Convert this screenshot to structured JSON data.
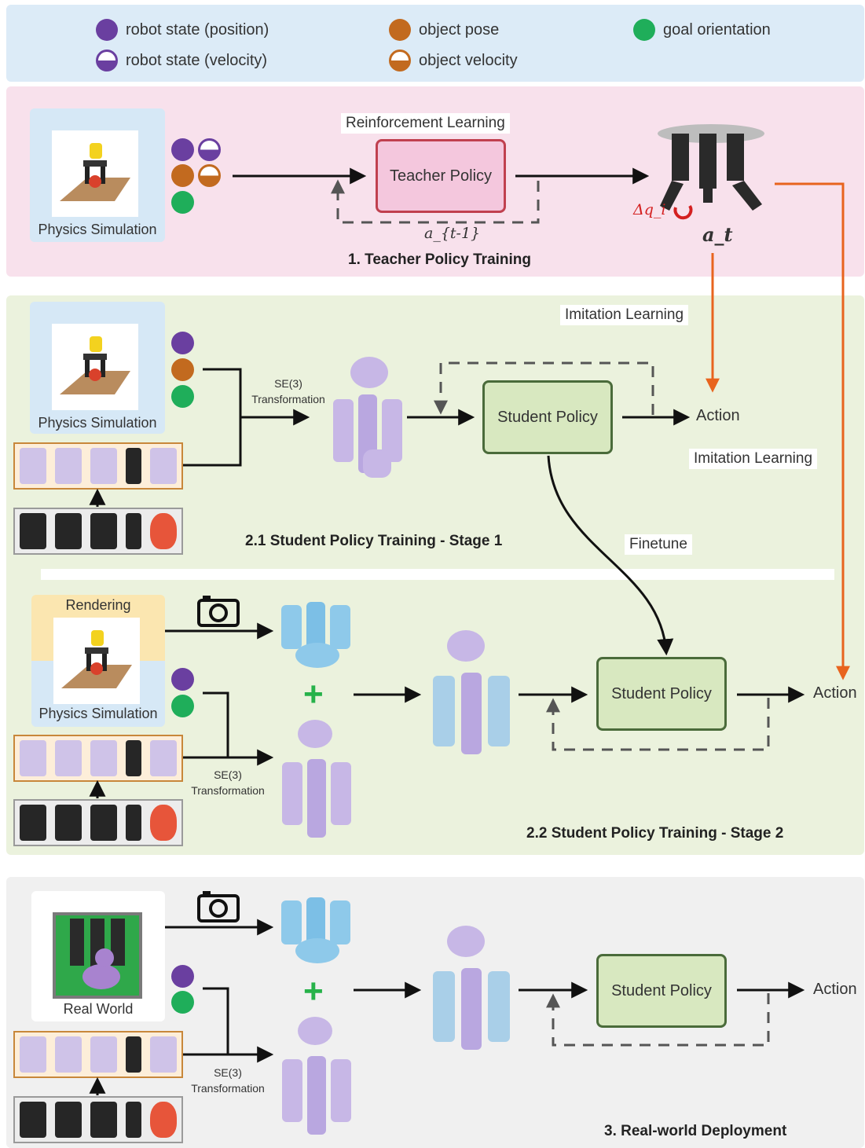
{
  "legend": {
    "robot_position": "robot state (position)",
    "robot_velocity": "robot state (velocity)",
    "object_pose": "object pose",
    "object_velocity": "object velocity",
    "goal_orientation": "goal orientation"
  },
  "colors": {
    "robot_state": "#6a3fa0",
    "object": "#c26a1f",
    "goal": "#1fae5a",
    "teacher_arrow": "#e8641e"
  },
  "teacher": {
    "sim_label": "Physics Simulation",
    "rl_label": "Reinforcement Learning",
    "policy_label": "Teacher Policy",
    "prev_action": "a_{t-1}",
    "delta_label": "Δq_i",
    "action_label": "a_t",
    "title": "1. Teacher Policy Training"
  },
  "stage1": {
    "sim_label": "Physics Simulation",
    "transform_line1": "SE(3)",
    "transform_line2": "Transformation",
    "policy_label": "Student Policy",
    "action_label": "Action",
    "imitation_top": "Imitation Learning",
    "imitation_right": "Imitation Learning",
    "finetune": "Finetune",
    "title": "2.1 Student Policy Training - Stage 1"
  },
  "stage2": {
    "render_label": "Rendering",
    "sim_label": "Physics Simulation",
    "transform_line1": "SE(3)",
    "transform_line2": "Transformation",
    "policy_label": "Student Policy",
    "action_label": "Action",
    "plus": "+",
    "title": "2.2 Student Policy Training - Stage 2"
  },
  "deploy": {
    "real_label": "Real World",
    "transform_line1": "SE(3)",
    "transform_line2": "Transformation",
    "policy_label": "Student Policy",
    "action_label": "Action",
    "plus": "+",
    "title": "3. Real-world Deployment"
  },
  "icons": [
    "camera-icon",
    "robot-hand-icon",
    "point-cloud-icon",
    "object-mesh-icon"
  ]
}
